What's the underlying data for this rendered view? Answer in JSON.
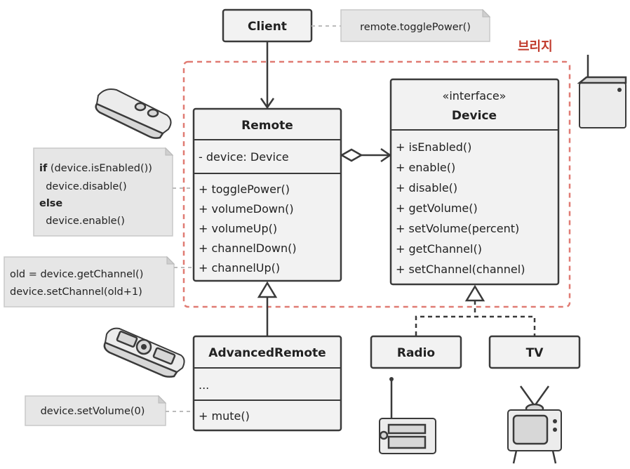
{
  "bridge_label": "브리지",
  "client": {
    "title": "Client"
  },
  "client_note": "remote.togglePower()",
  "remote": {
    "title": "Remote",
    "fields": [
      "- device: Device"
    ],
    "methods": [
      "+ togglePower()",
      "+ volumeDown()",
      "+ volumeUp()",
      "+ channelDown()",
      "+ channelUp()"
    ]
  },
  "device": {
    "stereotype": "«interface»",
    "title": "Device",
    "methods": [
      "+ isEnabled()",
      "+ enable()",
      "+ disable()",
      "+ getVolume()",
      "+ setVolume(percent)",
      "+ getChannel()",
      "+ setChannel(channel)"
    ]
  },
  "advanced_remote": {
    "title": "AdvancedRemote",
    "fields": [
      "..."
    ],
    "methods": [
      "+ mute()"
    ]
  },
  "radio": {
    "title": "Radio"
  },
  "tv": {
    "title": "TV"
  },
  "toggle_note": {
    "lines": [
      {
        "keyword": "if",
        "text": " (device.isEnabled())"
      },
      {
        "keyword": "",
        "text": "  device.disable()"
      },
      {
        "keyword": "else",
        "text": ""
      },
      {
        "keyword": "",
        "text": "  device.enable()"
      }
    ]
  },
  "channel_note": {
    "lines": [
      "old = device.getChannel()",
      "device.setChannel(old+1)"
    ]
  },
  "mute_note": "device.setVolume(0)",
  "illustrations": [
    "remote-control-icon",
    "router-device-icon",
    "advanced-remote-icon",
    "radio-icon",
    "tv-icon"
  ]
}
